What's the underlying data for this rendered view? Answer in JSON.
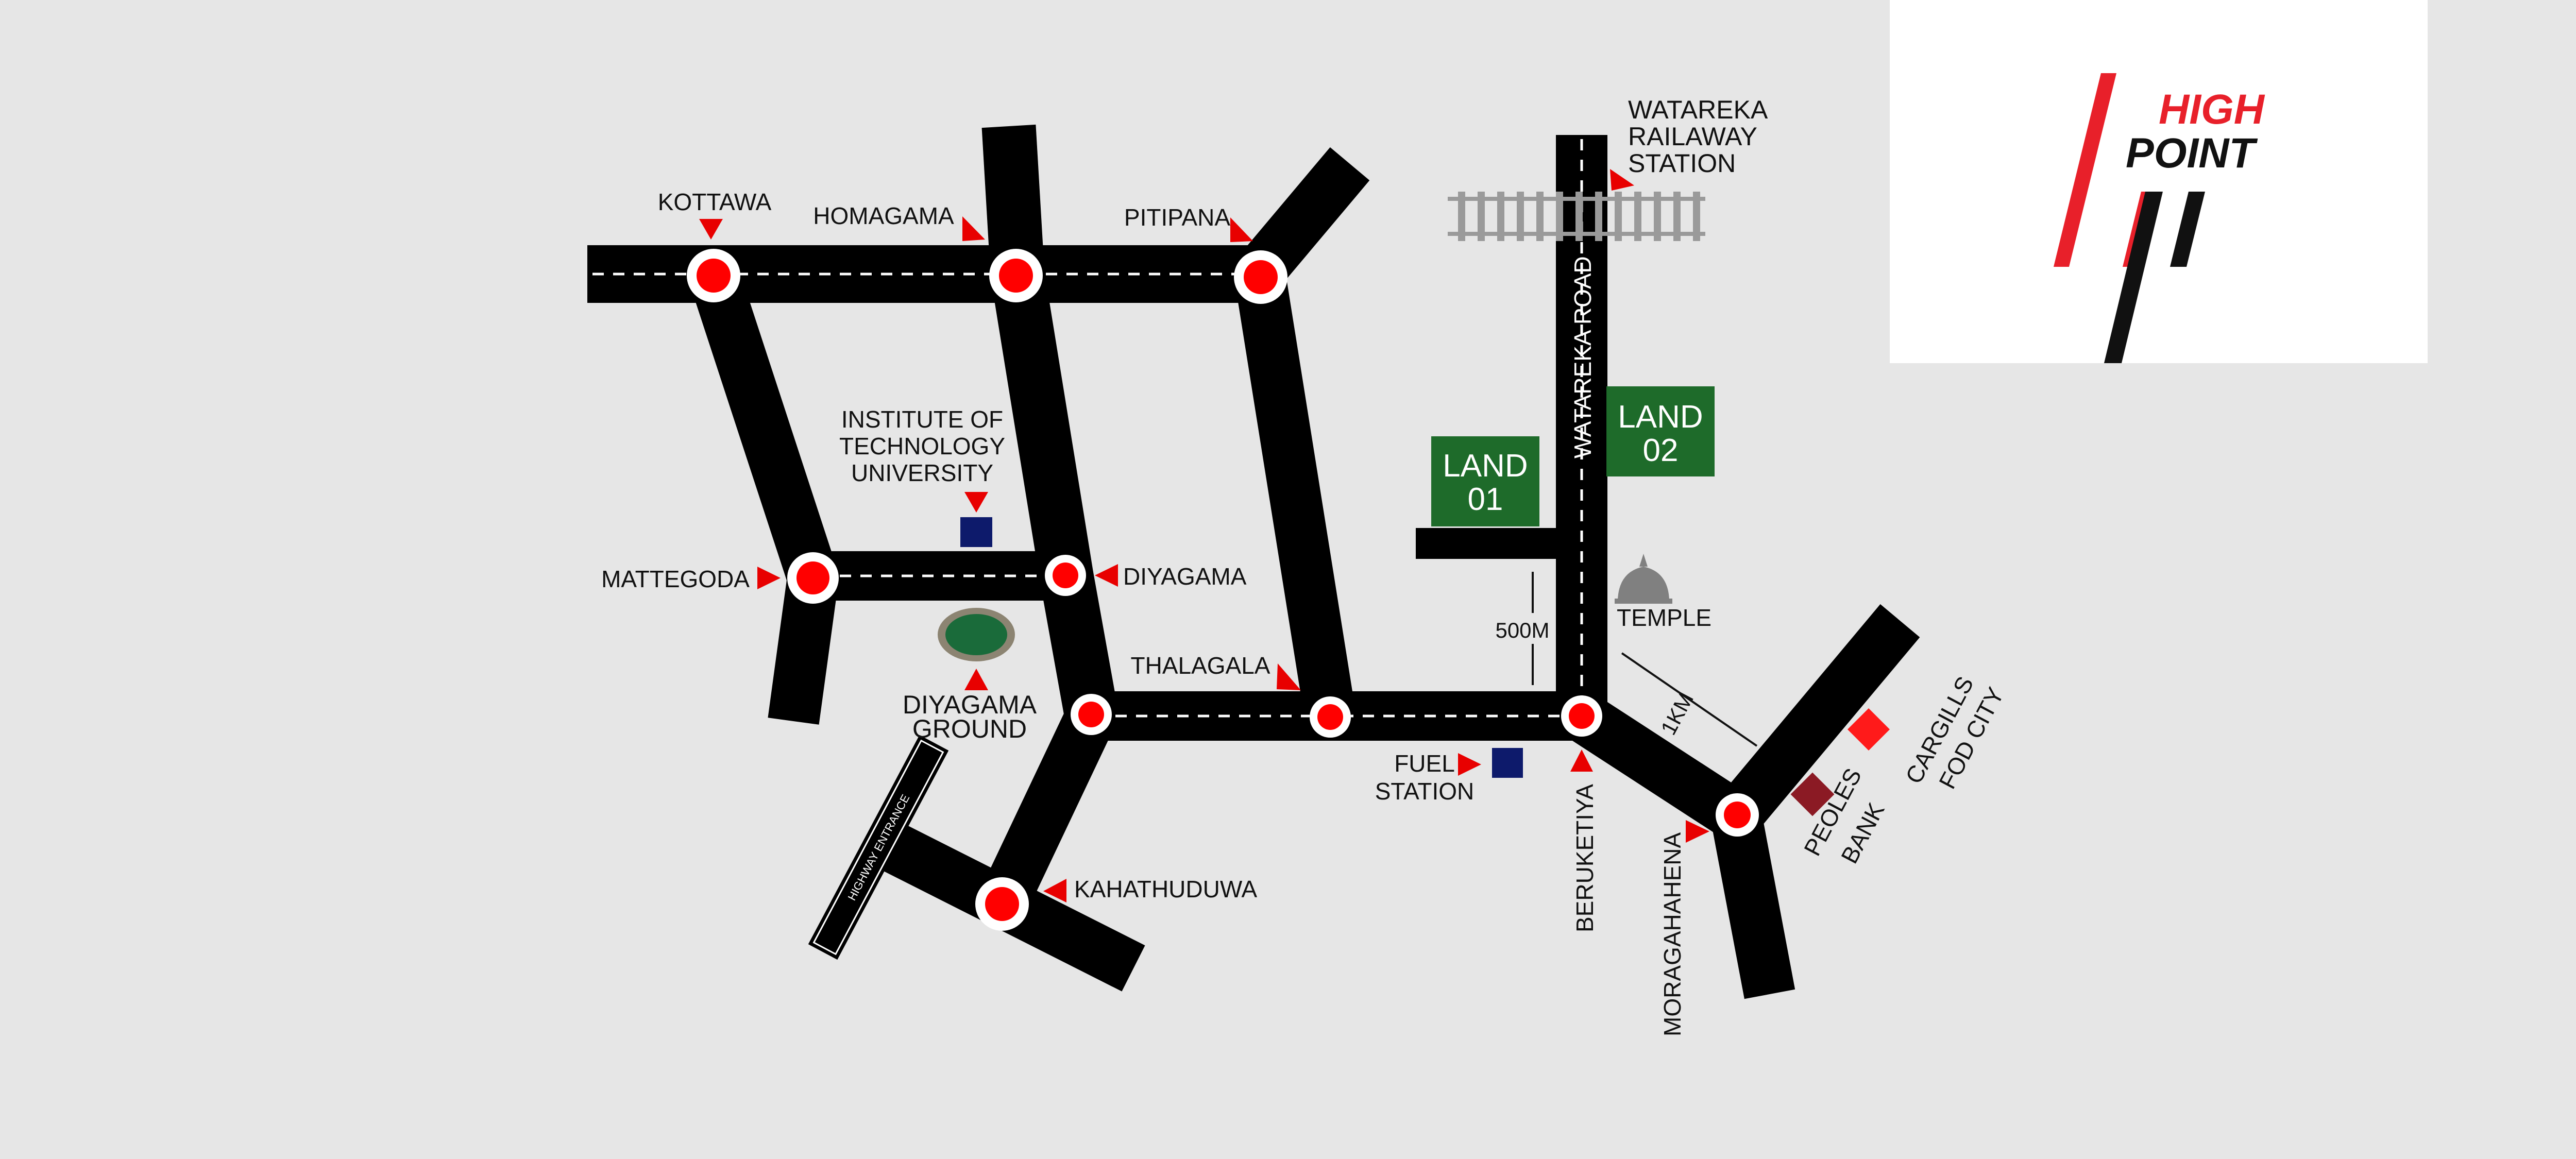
{
  "logo": {
    "line1": "HIGH",
    "line2": "POINT",
    "colors": {
      "red": "#e8202a",
      "black": "#111111",
      "panel": "#ffffff"
    }
  },
  "junctions": {
    "kottawa": "KOTTAWA",
    "homagama": "HOMAGAMA",
    "pitipana": "PITIPANA",
    "mattegoda": "MATTEGODA",
    "diyagama": "DIYAGAMA",
    "thalagala": "THALAGALA",
    "kahathuduwa": "KAHATHUDUWA",
    "beruketiya": "BERUKETIYA",
    "moragahahena": "MORAGAHAHENA"
  },
  "landmarks": {
    "institute": [
      "INSTITUTE OF",
      "TECHNOLOGY",
      "UNIVERSITY"
    ],
    "ground": [
      "DIYAGAMA",
      "GROUND"
    ],
    "fuel": [
      "FUEL",
      "STATION"
    ],
    "railway": [
      "WATAREKA",
      "RAILAWAY",
      "STATION"
    ],
    "temple": "TEMPLE",
    "peoples_bank": [
      "PEOLES",
      "BANK"
    ],
    "cargills": [
      "CARGILLS",
      "FOD CITY"
    ],
    "highway": "HIGHWAY ENTRANCE",
    "road_name": "WATAREKA ROAD"
  },
  "lands": {
    "land1": [
      "LAND",
      "01"
    ],
    "land2": [
      "LAND",
      "02"
    ],
    "color": "#1e6b2a"
  },
  "distances": {
    "d500": "500M",
    "d1km": "1KM"
  },
  "colors": {
    "road": "#000000",
    "node": "#ff0000",
    "pointer": "#e80000",
    "institute": "#0d1a6b",
    "fuel": "#0d1a6b",
    "bank": "#8b1a24",
    "cargills": "#ff1a1a",
    "temple": "#808080",
    "ground": "#1a6b3a"
  }
}
